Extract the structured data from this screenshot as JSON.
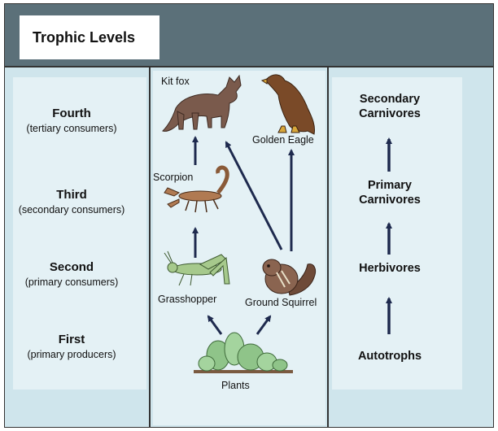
{
  "title": "Trophic Levels",
  "levels": [
    {
      "name": "Fourth",
      "sub": "(tertiary consumers)"
    },
    {
      "name": "Third",
      "sub": "(secondary consumers)"
    },
    {
      "name": "Second",
      "sub": "(primary consumers)"
    },
    {
      "name": "First",
      "sub": "(primary producers)"
    }
  ],
  "organisms": {
    "kit_fox": "Kit fox",
    "golden_eagle": "Golden Eagle",
    "scorpion": "Scorpion",
    "grasshopper": "Grasshopper",
    "ground_squirrel": "Ground Squirrel",
    "plants": "Plants"
  },
  "categories": {
    "secondary_carnivores": [
      "Secondary",
      "Carnivores"
    ],
    "primary_carnivores": [
      "Primary",
      "Carnivores"
    ],
    "herbivores": "Herbivores",
    "autotrophs": "Autotrophs"
  },
  "colors": {
    "header": "#5b7079",
    "background": "#cfe5ec",
    "panel": "#e4f1f5",
    "arrow": "#1e2a4e",
    "fox": "#7a5a4c",
    "eagle": "#7a4a28",
    "plant": "#8fc489"
  }
}
